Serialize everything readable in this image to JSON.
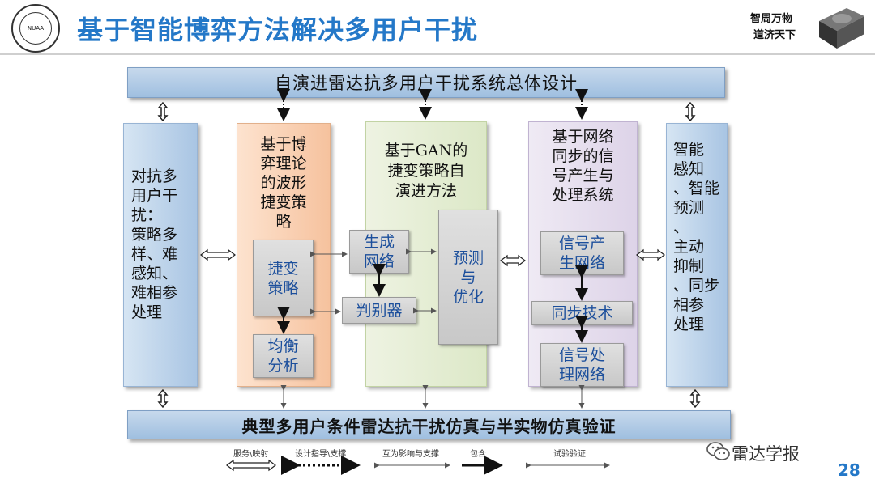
{
  "header": {
    "title": "基于智能博弈方法解决多用户干扰",
    "motto_line1": "智周万物",
    "motto_line2": "道济天下",
    "logo_text": "NUAA"
  },
  "diagram": {
    "top_bar": "自演进雷达抗多用户干扰系统总体设计",
    "bottom_bar": "典型多用户条件雷达抗干扰仿真与半实物仿真验证",
    "left_column": "对抗多\n用户干\n扰：\n策略多\n样、难\n感知、\n难相参\n处理",
    "orange_column": {
      "title": "基于博\n弈理论\n的波形\n捷变策\n略",
      "box_strategy": "捷变\n策略",
      "box_balance": "均衡\n分析"
    },
    "green_column": {
      "title": "基于GAN的\n捷变策略自\n演进方法",
      "box_generator": "生成\n网络",
      "box_discriminator": "判别器",
      "box_predict": "预测\n与\n优化"
    },
    "purple_column": {
      "title": "基于网络\n同步的信\n号产生与\n处理系统",
      "box_signal_gen": "信号产\n生网络",
      "box_sync": "同步技术",
      "box_signal_proc": "信号处\n理网络"
    },
    "right_column": "智能\n感知\n、智能\n预测\n、\n主动\n抑制\n、同步\n相参\n处理"
  },
  "legend": {
    "service_mapping": "服务\\映射",
    "design_guidance": "设计指导\\支撑",
    "mutual_support": "互为影响与支撑",
    "contains": "包含",
    "test_validation": "试验验证"
  },
  "footer": {
    "wechat": "雷达学报",
    "page_number": "28"
  },
  "colors": {
    "title_blue": "#2478c8",
    "box_text_blue": "#1c4f9c"
  }
}
